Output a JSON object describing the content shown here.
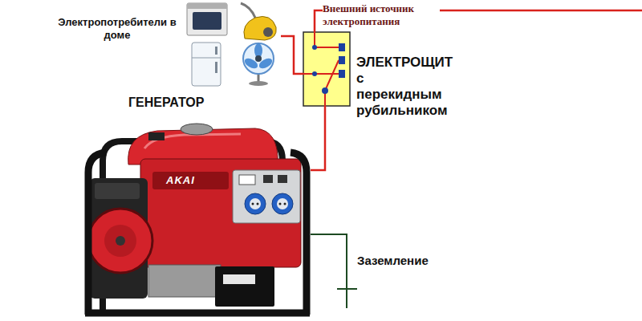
{
  "diagram": {
    "nodes": [
      {
        "text": [
          "Электропотребители в доме"
        ]
      },
      {
        "text": [
          "ЭЛЕКТРОЩИТ с перекидным рубильником"
        ]
      },
      {
        "text": [
          "ГЕНЕРАТОР"
        ]
      },
      {
        "text": [
          "Внешний источник электропитания"
        ]
      },
      {
        "text": [
          "Заземление"
        ]
      }
    ],
    "edges": [
      {
        "from": 0,
        "to": 1,
        "arrow": "none"
      },
      {
        "from": 3,
        "to": 1,
        "arrow": "none"
      },
      {
        "from": 1,
        "to": 2,
        "arrow": "none"
      },
      {
        "from": 2,
        "to": 4,
        "arrow": "none"
      }
    ],
    "labels": [
      "AKAI"
    ]
  }
}
